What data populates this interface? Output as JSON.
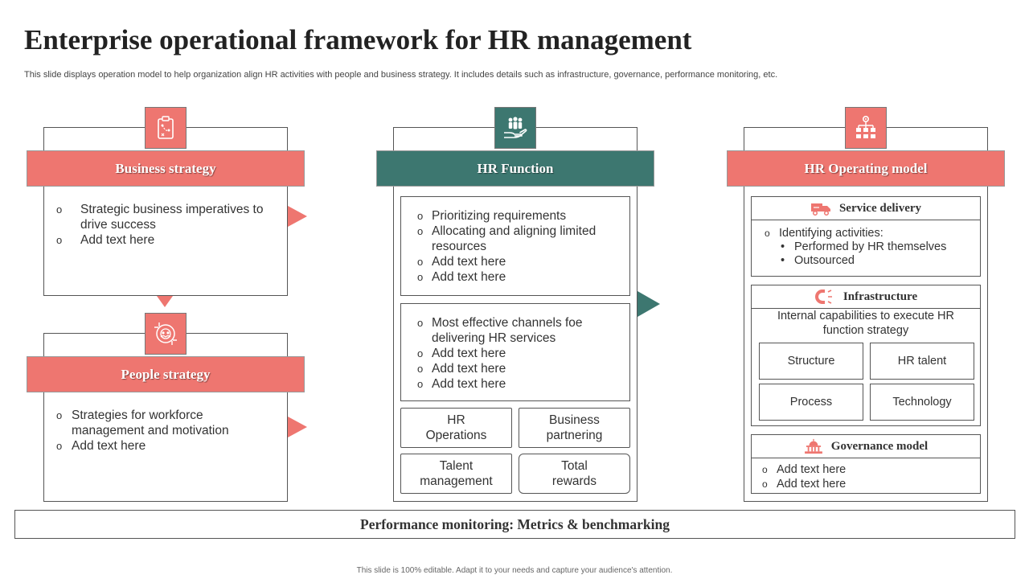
{
  "title": "Enterprise operational framework for HR management",
  "subtitle": "This slide displays operation model to help organization align HR activities with people and business strategy. It includes details such as infrastructure, governance, performance monitoring, etc.",
  "colors": {
    "coral": "#ee7670",
    "teal": "#3d7770",
    "border": "#555555"
  },
  "business": {
    "icon": "clipboard-icon",
    "label": "Business strategy",
    "items": [
      "Strategic business imperatives to drive success",
      "Add text here"
    ]
  },
  "people": {
    "icon": "people-target-icon",
    "label": "People strategy",
    "items": [
      "Strategies for workforce management and motivation",
      "Add text here"
    ]
  },
  "hr_function": {
    "icon": "hand-people-icon",
    "label": "HR Function",
    "box1": [
      "Prioritizing requirements",
      "Allocating and aligning limited resources",
      "Add text here",
      "Add text here"
    ],
    "box2": [
      "Most effective channels foe delivering HR services",
      "Add text here",
      "Add text here",
      "Add text here"
    ],
    "tiles": [
      "HR\nOperations",
      "Business\npartnering",
      "Talent\nmanagement",
      "Total\nrewards"
    ]
  },
  "operating_model": {
    "icon": "org-chart-gear-icon",
    "label": "HR Operating model",
    "service_delivery": {
      "icon": "delivery-truck-icon",
      "heading": "Service delivery",
      "main": "Identifying activities:",
      "subitems": [
        "Performed by HR themselves",
        "Outsourced"
      ]
    },
    "infrastructure": {
      "icon": "magnet-icon",
      "heading": "Infrastructure",
      "desc": "Internal capabilities to execute HR function strategy",
      "cells": [
        "Structure",
        "HR talent",
        "Process",
        "Technology"
      ]
    },
    "governance": {
      "icon": "capitol-building-icon",
      "heading": "Governance model",
      "items": [
        "Add text here",
        "Add text here"
      ]
    }
  },
  "performance": "Performance monitoring: Metrics & benchmarking",
  "footer": "This slide is 100% editable. Adapt it to your needs and capture your audience's attention."
}
